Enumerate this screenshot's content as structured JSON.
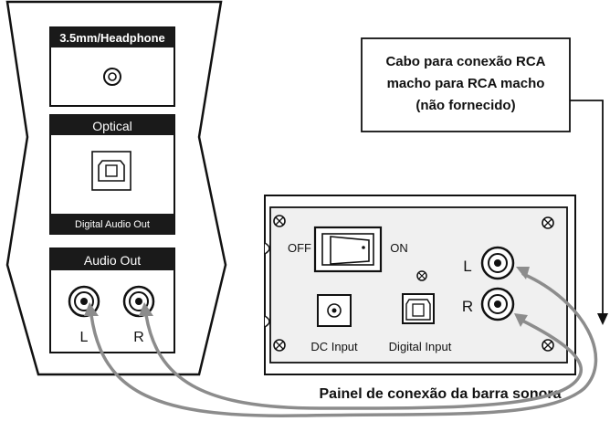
{
  "source_device": {
    "headphone_label": "3.5mm/Headphone",
    "optical_label": "Optical",
    "digital_audio_out_label": "Digital Audio Out",
    "audio_out_label": "Audio Out",
    "left_label": "L",
    "right_label": "R"
  },
  "callout": {
    "lines": [
      "Cabo para conexão RCA",
      "macho para RCA macho",
      "(não fornecido)"
    ]
  },
  "soundbar_panel": {
    "off_label": "OFF",
    "on_label": "ON",
    "dc_input_label": "DC Input",
    "digital_input_label": "Digital Input",
    "left_label": "L",
    "right_label": "R",
    "caption": "Painel de conexão da barra sonora"
  },
  "colors": {
    "outline": "#111111",
    "label_bar": "#1a1a1a",
    "panel_fill": "#f0f0f0",
    "cable": "#8c8c8c"
  }
}
